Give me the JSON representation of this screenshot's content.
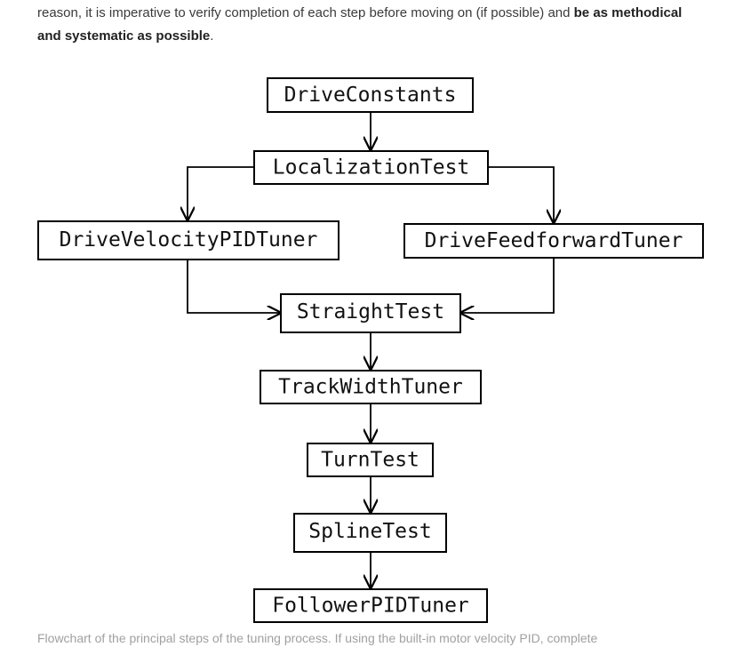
{
  "intro": {
    "text_before": "reason, it is imperative to verify completion of each step before moving on (if possible) and ",
    "bold_1": "be as",
    "bold_2": "methodical and systematic as possible",
    "text_after": "."
  },
  "flowchart": {
    "nodes": {
      "drive_constants": "DriveConstants",
      "localization_test": "LocalizationTest",
      "drive_velocity_pid_tuner": "DriveVelocityPIDTuner",
      "drive_feedforward_tuner": "DriveFeedforwardTuner",
      "straight_test": "StraightTest",
      "track_width_tuner": "TrackWidthTuner",
      "turn_test": "TurnTest",
      "spline_test": "SplineTest",
      "follower_pid_tuner": "FollowerPIDTuner"
    }
  },
  "caption": "Flowchart of the principal steps of the tuning process. If using the built-in motor velocity PID, complete"
}
